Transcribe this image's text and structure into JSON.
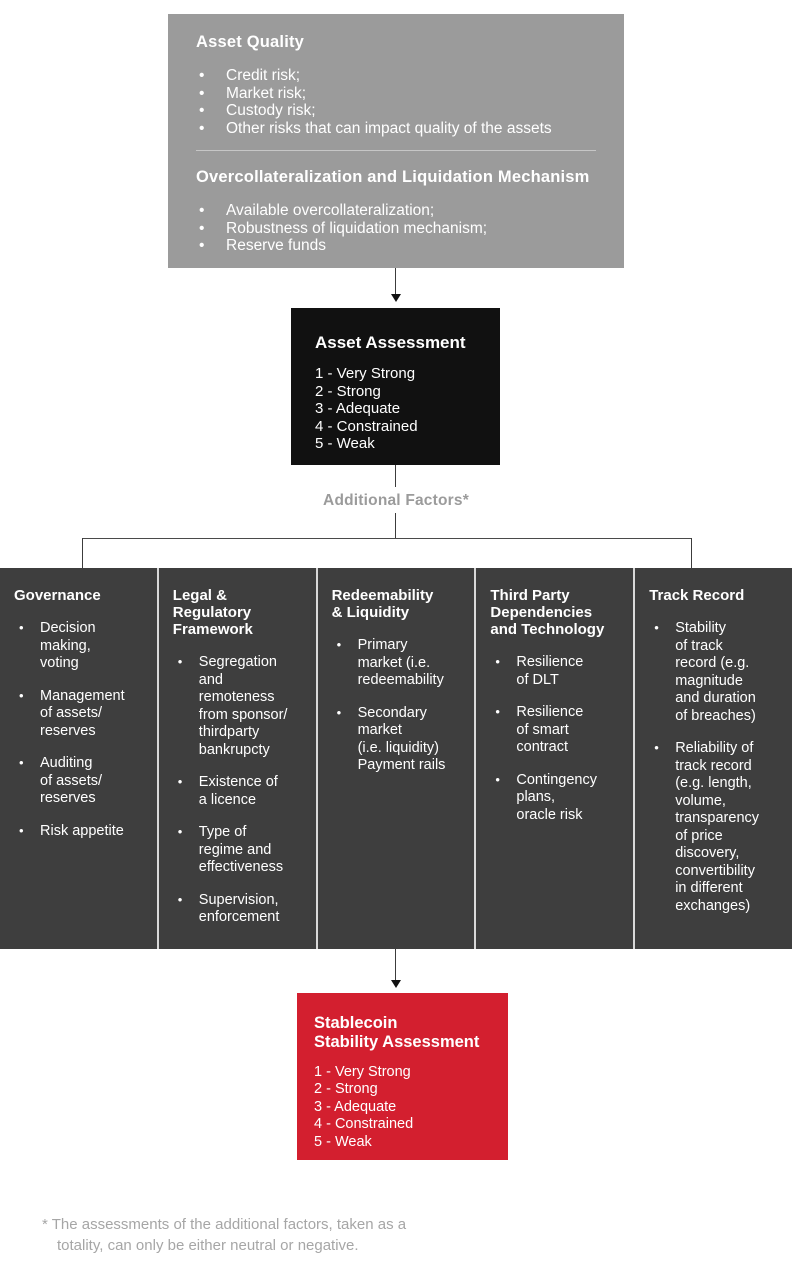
{
  "colors": {
    "top_box_bg": "#9b9b9b",
    "asset_assessment_bg": "#111111",
    "factor_column_bg": "#3e3e3e",
    "stability_box_bg": "#d31f2f",
    "box_text": "#ffffff",
    "additional_factors_label_text": "#9b9b9b",
    "footnote_text": "#a6a6a6",
    "connector_line": "#3c3c3c"
  },
  "top_box": {
    "sections": [
      {
        "title": "Asset Quality",
        "bullets": [
          "Credit risk;",
          "Market risk;",
          "Custody risk;",
          "Other risks that can impact quality of the assets"
        ]
      },
      {
        "title": "Overcollateralization and Liquidation Mechanism",
        "bullets": [
          "Available overcollateralization;",
          "Robustness of liquidation mechanism;",
          "Reserve funds"
        ]
      }
    ]
  },
  "asset_assessment": {
    "title": "Asset Assessment",
    "scale": [
      "1 - Very Strong",
      "2 - Strong",
      "3 - Adequate",
      "4 - Constrained",
      "5 - Weak"
    ]
  },
  "additional_factors_label": "Additional Factors*",
  "factor_columns": [
    {
      "title": "Governance",
      "bullets": [
        "Decision\nmaking,\nvoting",
        "Management\nof assets/\nreserves",
        "Auditing\nof assets/\nreserves",
        "Risk appetite"
      ]
    },
    {
      "title": "Legal &\nRegulatory\nFramework",
      "bullets": [
        "Segregation\nand\nremoteness\nfrom sponsor/\nthirdparty\nbankrupcty",
        "Existence of\na licence",
        "Type of\nregime and\neffectiveness",
        "Supervision,\nenforcement"
      ]
    },
    {
      "title": "Redeemability\n& Liquidity",
      "bullets": [
        "Primary\nmarket (i.e.\nredeemability",
        "Secondary\nmarket\n(i.e. liquidity)\nPayment rails"
      ]
    },
    {
      "title": "Third Party\nDependencies\nand Technology",
      "bullets": [
        "Resilience\nof DLT",
        "Resilience\nof smart\ncontract",
        "Contingency\nplans,\noracle risk"
      ]
    },
    {
      "title": "Track Record",
      "bullets": [
        "Stability\nof track\nrecord (e.g.\nmagnitude\nand duration\nof breaches)",
        "Reliability of\ntrack record\n(e.g. length,\nvolume,\ntransparency\nof price\ndiscovery,\nconvertibility\nin different\nexchanges)"
      ]
    }
  ],
  "stability_assessment": {
    "title_lines": [
      "Stablecoin",
      "Stability Assessment"
    ],
    "scale": [
      "1 - Very Strong",
      "2 - Strong",
      "3 - Adequate",
      "4 - Constrained",
      "5 - Weak"
    ]
  },
  "footnote": {
    "line1": "* The assessments of the additional factors, taken as a",
    "line2": "totality, can only be either neutral or negative."
  }
}
